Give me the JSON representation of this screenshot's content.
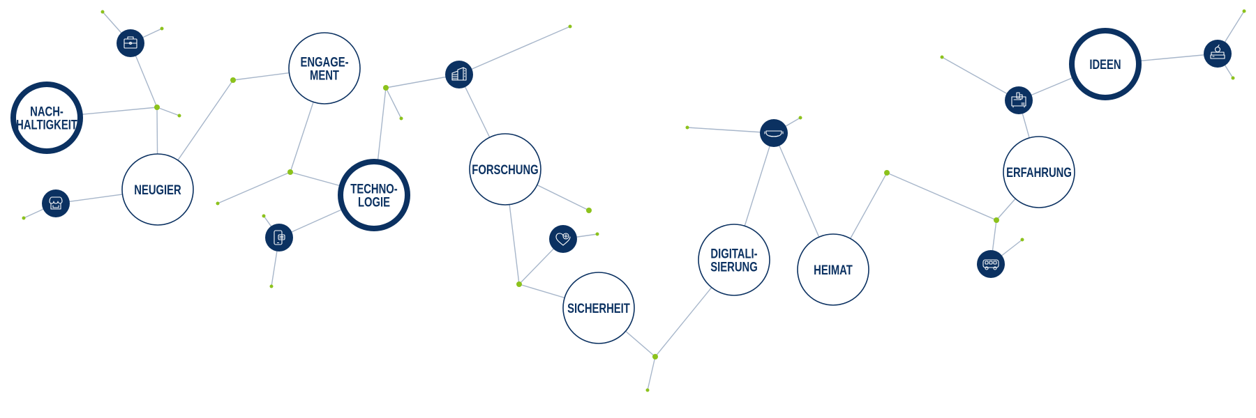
{
  "colors": {
    "navy": "#0b3161",
    "edge": "#a7b6ca",
    "dot": "#8cc21c"
  },
  "topics": [
    {
      "id": "nachhaltigkeit",
      "lines": [
        "NACH-",
        "HALTIGKEIT"
      ],
      "emphasis": "bold"
    },
    {
      "id": "neugier",
      "lines": [
        "NEUGIER"
      ],
      "emphasis": "normal"
    },
    {
      "id": "engagement",
      "lines": [
        "ENGAGE-",
        "MENT"
      ],
      "emphasis": "normal"
    },
    {
      "id": "technologie",
      "lines": [
        "TECHNO-",
        "LOGIE"
      ],
      "emphasis": "bold"
    },
    {
      "id": "forschung",
      "lines": [
        "FORSCHUNG"
      ],
      "emphasis": "normal"
    },
    {
      "id": "sicherheit",
      "lines": [
        "SICHERHEIT"
      ],
      "emphasis": "normal"
    },
    {
      "id": "digitalisierung",
      "lines": [
        "DIGITALI-",
        "SIERUNG"
      ],
      "emphasis": "normal"
    },
    {
      "id": "heimat",
      "lines": [
        "HEIMAT"
      ],
      "emphasis": "normal"
    },
    {
      "id": "erfahrung",
      "lines": [
        "ERFAHRUNG"
      ],
      "emphasis": "normal"
    },
    {
      "id": "ideen",
      "lines": [
        "IDEEN"
      ],
      "emphasis": "bold"
    }
  ],
  "icons": [
    {
      "id": "briefcase",
      "icon": "briefcase-icon"
    },
    {
      "id": "shop",
      "icon": "storefront-icon"
    },
    {
      "id": "phone",
      "icon": "smartphone-chat-icon"
    },
    {
      "id": "building",
      "icon": "office-building-icon"
    },
    {
      "id": "heart",
      "icon": "heart-plus-icon"
    },
    {
      "id": "goggles",
      "icon": "vr-goggles-icon"
    },
    {
      "id": "bus",
      "icon": "bus-icon"
    },
    {
      "id": "machine",
      "icon": "cnc-machine-icon"
    },
    {
      "id": "books",
      "icon": "books-apple-icon"
    }
  ]
}
